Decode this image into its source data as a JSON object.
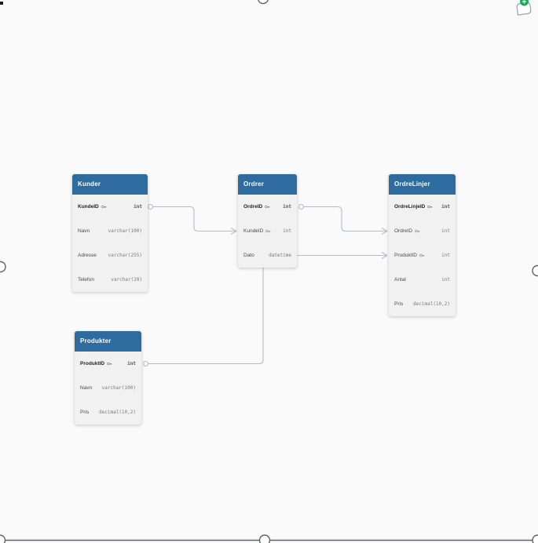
{
  "diagram": {
    "tables": [
      {
        "name": "Kunder",
        "fields": [
          {
            "name": "KundeID",
            "type": "int",
            "key": "primary"
          },
          {
            "name": "Navn",
            "type": "varchar(100)"
          },
          {
            "name": "Adresse",
            "type": "varchar(255)"
          },
          {
            "name": "Telefon",
            "type": "varchar(20)"
          }
        ]
      },
      {
        "name": "Ordrer",
        "fields": [
          {
            "name": "OrdreID",
            "type": "int",
            "key": "primary"
          },
          {
            "name": "KundeID",
            "type": "int",
            "key": "foreign"
          },
          {
            "name": "Dato",
            "type": "datetime"
          }
        ]
      },
      {
        "name": "OrdreLinjer",
        "fields": [
          {
            "name": "OrdreLinjeID",
            "type": "int",
            "key": "primary"
          },
          {
            "name": "OrdreID",
            "type": "int",
            "key": "foreign"
          },
          {
            "name": "ProduktID",
            "type": "int",
            "key": "foreign"
          },
          {
            "name": "Antal",
            "type": "int"
          },
          {
            "name": "Pris",
            "type": "decimal(10,2)"
          }
        ]
      },
      {
        "name": "Produkter",
        "fields": [
          {
            "name": "ProduktID",
            "type": "int",
            "key": "primary"
          },
          {
            "name": "Navn",
            "type": "varchar(100)"
          },
          {
            "name": "Pris",
            "type": "decimal(10,2)"
          }
        ]
      }
    ],
    "relationships": [
      {
        "from": "Kunder.KundeID",
        "to": "Ordrer.KundeID"
      },
      {
        "from": "Ordrer.OrdreID",
        "to": "OrdreLinjer.OrdreID"
      },
      {
        "from": "Produkter.ProduktID",
        "to": "OrdreLinjer.ProduktID"
      }
    ]
  },
  "colors": {
    "canvas_bg": "#fafafa",
    "header": "#2e6b9e",
    "row_bg": "#f1f1f2",
    "connector": "#b6bcc3",
    "handle": "#5f6368",
    "badge_green": "#23a55a",
    "bubble_stroke": "#9aa0a6"
  },
  "icons": {
    "primary_key": "key-icon",
    "foreign_key": "key-icon",
    "cursor_badge": "plus-icon"
  }
}
